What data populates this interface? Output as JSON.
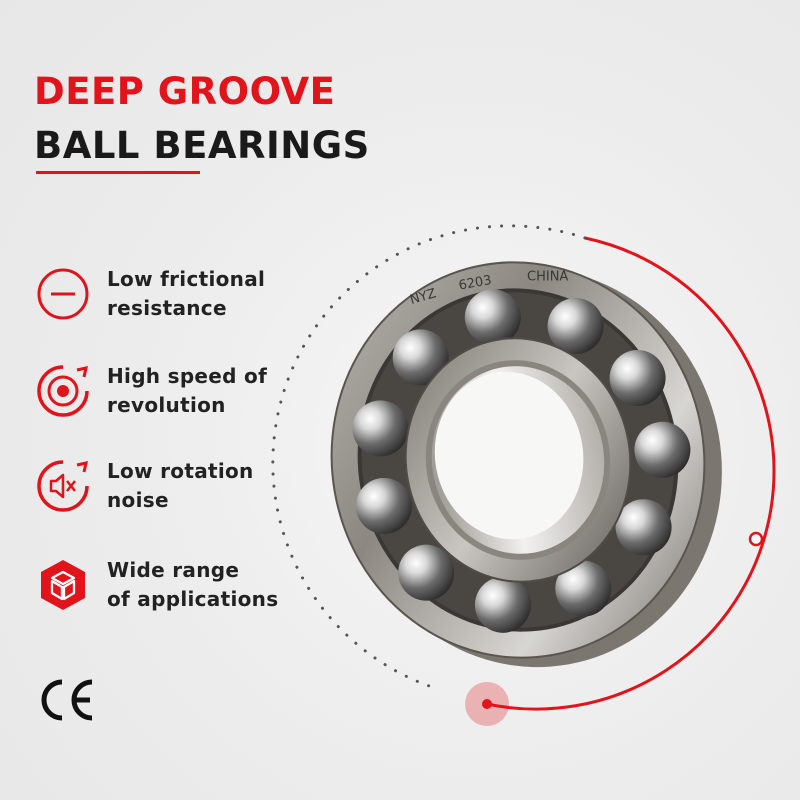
{
  "title": {
    "line1": "DEEP GROOVE",
    "line2": "BALL BEARINGS"
  },
  "features": [
    {
      "label": "Low frictional\nresistance",
      "icon": "minus-circle-icon"
    },
    {
      "label": "High speed of\nrevolution",
      "icon": "speed-target-icon"
    },
    {
      "label": "Low rotation\nnoise",
      "icon": "mute-speaker-icon"
    },
    {
      "label": "Wide range\nof applications",
      "icon": "cube-icon"
    }
  ],
  "bearing_marking": {
    "brand": "NYZ",
    "model": "6203",
    "origin": "CHINA"
  },
  "certification": "CE",
  "colors": {
    "accent": "#e1141b",
    "text": "#1a1a1a",
    "background": "#efefef"
  }
}
